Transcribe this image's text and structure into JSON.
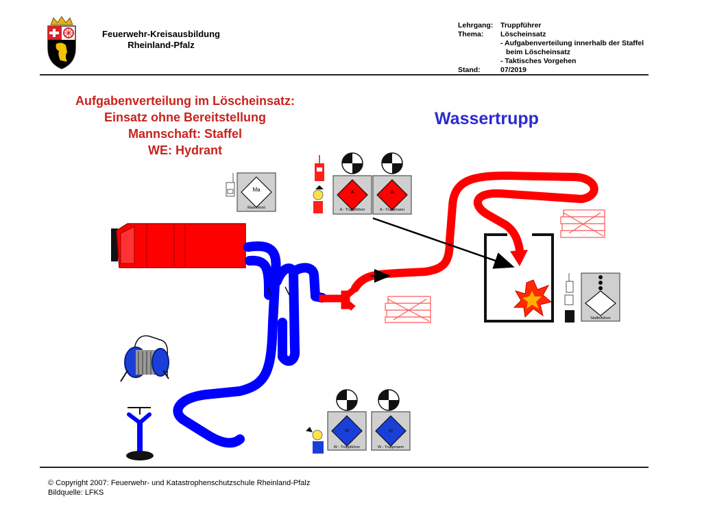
{
  "header": {
    "org_line1": "Feuerwehr-Kreisausbildung",
    "org_line2": "Rheinland-Pfalz",
    "course_key": "Lehrgang:",
    "course_val": "Truppführer",
    "topic_key": "Thema:",
    "topic_val": "Löscheinsatz",
    "topic_sub1": "- Aufgabenverteilung innerhalb der Staffel",
    "topic_sub1b": "beim Löscheinsatz",
    "topic_sub2": "- Taktisches Vorgehen",
    "status_key": "Stand:",
    "status_val": "07/2019"
  },
  "title": {
    "line1": "Aufgabenverteilung im Löscheinsatz:",
    "line2": "Einsatz ohne Bereitstellung",
    "line3": "Mannschaft: Staffel",
    "line4": "WE: Hydrant"
  },
  "highlight_role": "Wassertrupp",
  "roles": {
    "maschinist": {
      "symbol": "Ma",
      "caption": "Maschinist"
    },
    "a_truppfuehrer": {
      "symbol": "A",
      "caption": "A - Truppführer"
    },
    "a_truppmann": {
      "symbol": "A",
      "caption": "A - Truppmann"
    },
    "w_truppfuehrer": {
      "symbol": "W",
      "caption": "W - Truppführer"
    },
    "w_truppmann": {
      "symbol": "W",
      "caption": "W - Truppmann"
    },
    "staffelfuehrer": {
      "caption": "Staffelführer"
    }
  },
  "footer": {
    "copyright": "© Copyright 2007: Feuerwehr- und Katastrophenschutzschule Rheinland-Pfalz",
    "source": "Bildquelle: LFKS"
  },
  "colors": {
    "title_red": "#c8231e",
    "title_blue": "#2b2bd0",
    "attack_red": "#ff0000",
    "water_blue": "#0000ff",
    "symbol_gray": "#cfcfcf"
  }
}
